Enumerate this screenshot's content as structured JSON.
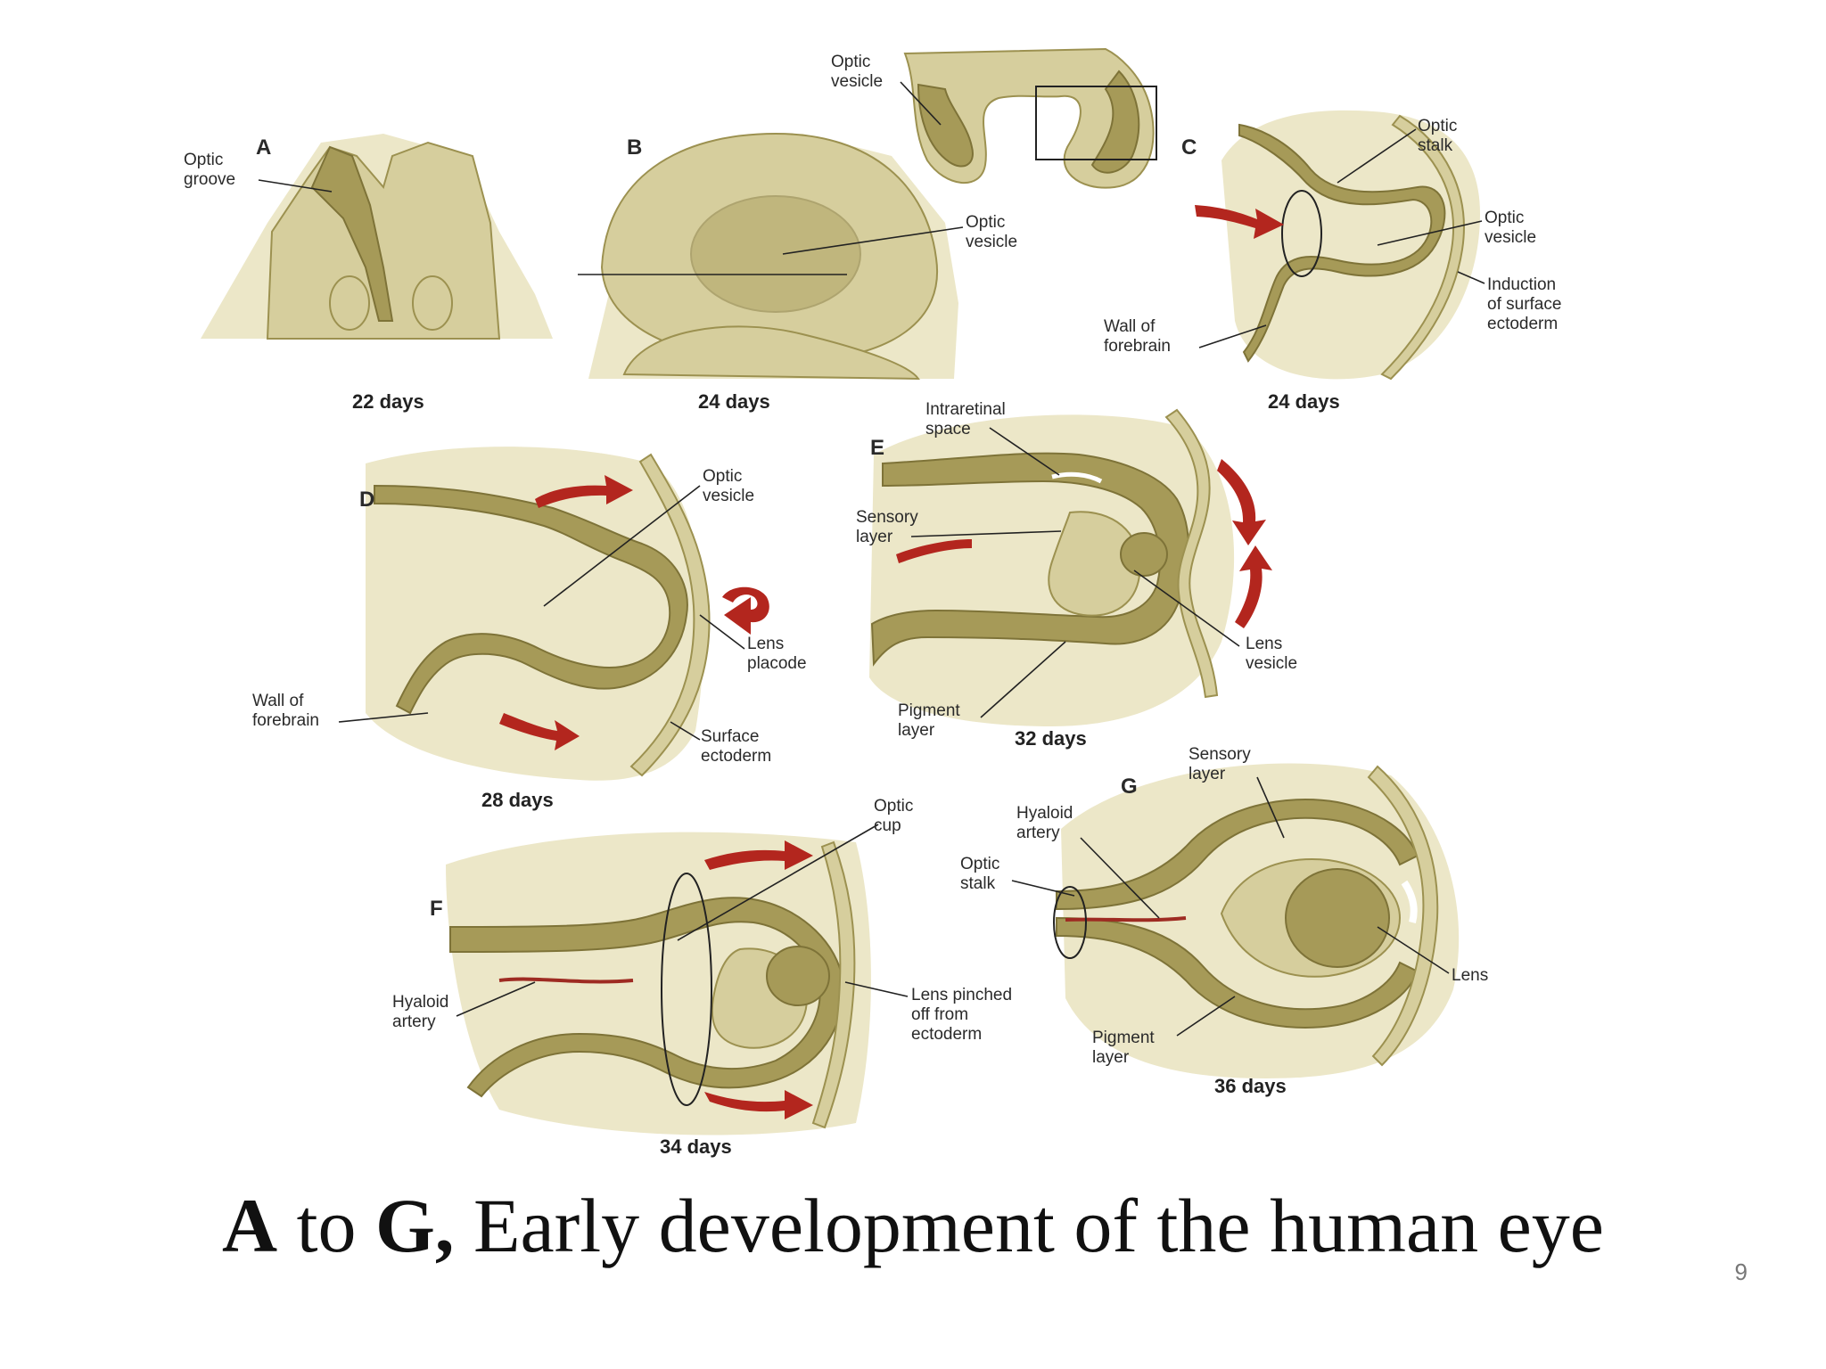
{
  "diagram": {
    "panels": {
      "A": {
        "letter": "A",
        "days": "22 days",
        "labels": {
          "optic_groove_1": "Optic",
          "optic_groove_2": "groove"
        }
      },
      "B": {
        "letter": "B",
        "days": "24 days",
        "labels": {
          "optic_vesicle_top_1": "Optic",
          "optic_vesicle_top_2": "vesicle",
          "optic_vesicle_1": "Optic",
          "optic_vesicle_2": "vesicle"
        }
      },
      "C": {
        "letter": "C",
        "days": "24 days",
        "labels": {
          "optic_stalk_1": "Optic",
          "optic_stalk_2": "stalk",
          "optic_vesicle_1": "Optic",
          "optic_vesicle_2": "vesicle",
          "induction_1": "Induction",
          "induction_2": "of surface",
          "induction_3": "ectoderm",
          "wall_1": "Wall of",
          "wall_2": "forebrain"
        }
      },
      "D": {
        "letter": "D",
        "days": "28 days",
        "labels": {
          "optic_vesicle_1": "Optic",
          "optic_vesicle_2": "vesicle",
          "lens_placode_1": "Lens",
          "lens_placode_2": "placode",
          "wall_1": "Wall of",
          "wall_2": "forebrain",
          "surface_ectoderm_1": "Surface",
          "surface_ectoderm_2": "ectoderm"
        }
      },
      "E": {
        "letter": "E",
        "days": "32 days",
        "labels": {
          "intraretinal_1": "Intraretinal",
          "intraretinal_2": "space",
          "sensory_1": "Sensory",
          "sensory_2": "layer",
          "lens_vesicle_1": "Lens",
          "lens_vesicle_2": "vesicle",
          "pigment_1": "Pigment",
          "pigment_2": "layer"
        }
      },
      "F": {
        "letter": "F",
        "days": "34 days",
        "labels": {
          "optic_cup_1": "Optic",
          "optic_cup_2": "cup",
          "hyaloid_1": "Hyaloid",
          "hyaloid_2": "artery",
          "lens_pinched_1": "Lens pinched",
          "lens_pinched_2": "off from",
          "lens_pinched_3": "ectoderm"
        }
      },
      "G": {
        "letter": "G",
        "days": "36 days",
        "labels": {
          "sensory_1": "Sensory",
          "sensory_2": "layer",
          "hyaloid_1": "Hyaloid",
          "hyaloid_2": "artery",
          "optic_stalk_1": "Optic",
          "optic_stalk_2": "stalk",
          "lens": "Lens",
          "pigment_1": "Pigment",
          "pigment_2": "layer"
        }
      }
    }
  },
  "caption": {
    "letter_a": "A",
    "to": " to ",
    "letter_g": "G,",
    "rest": " Early development of the human eye"
  },
  "page_number": "9",
  "colors": {
    "tissue": "#a69a58",
    "tissue_light": "#d6ce9d",
    "background_blob": "#ece7c8",
    "arrow": "#b3261e"
  }
}
